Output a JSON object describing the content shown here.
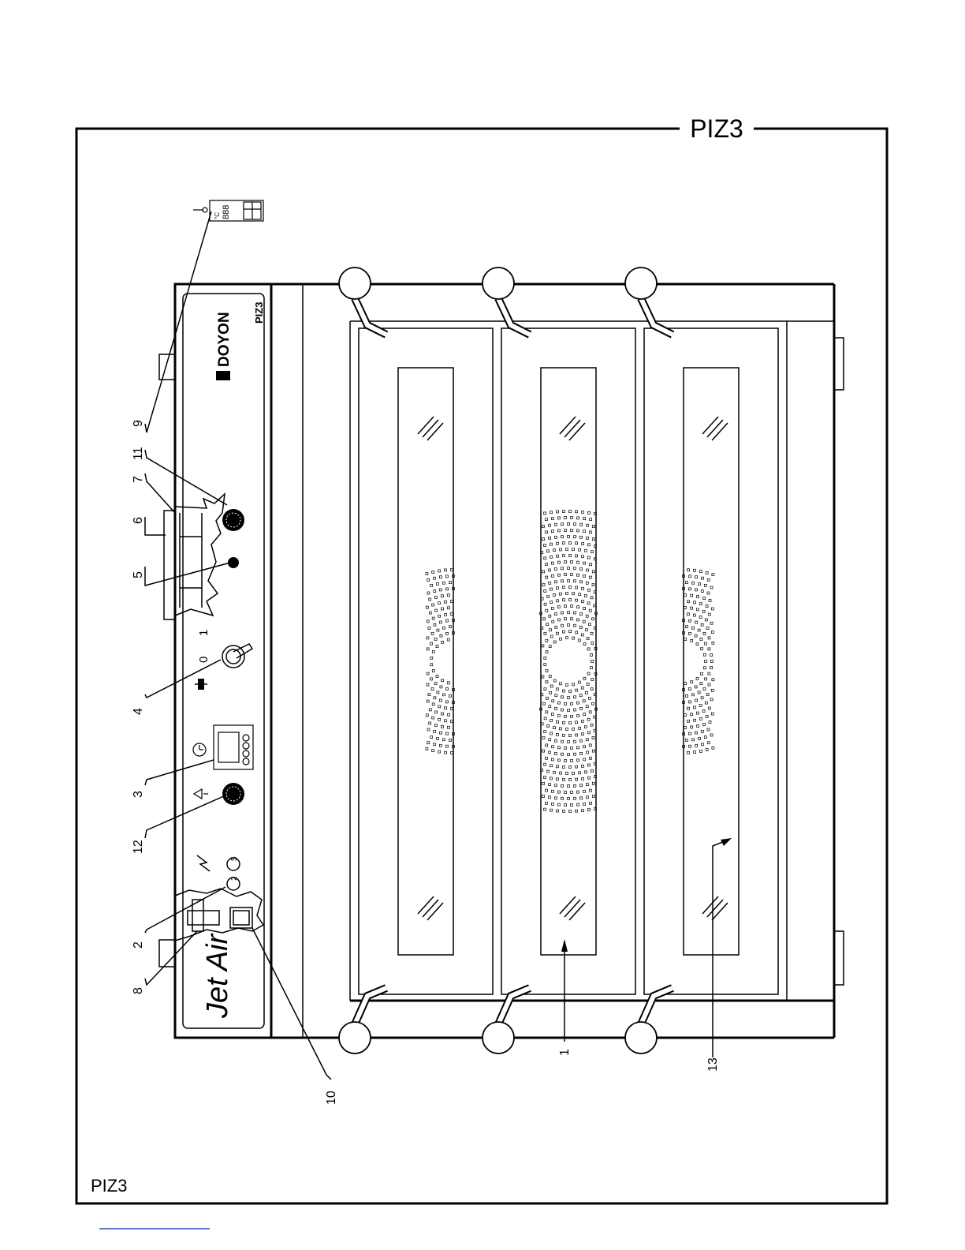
{
  "document": {
    "title": "PIZ3",
    "corner_label": "PIZ3"
  },
  "oven": {
    "brand": "DOYON",
    "model": "PIZ3",
    "script_logo": "Jet Air",
    "switch_labels": [
      "0",
      "1"
    ],
    "thermostat_display": "888",
    "thermostat_unit": "°C",
    "indicator_numbers": [
      "2",
      "5"
    ]
  },
  "callouts": [
    {
      "id": "9"
    },
    {
      "id": "11"
    },
    {
      "id": "7"
    },
    {
      "id": "6"
    },
    {
      "id": "5"
    },
    {
      "id": "4"
    },
    {
      "id": "3"
    },
    {
      "id": "12"
    },
    {
      "id": "2"
    },
    {
      "id": "8"
    },
    {
      "id": "10"
    },
    {
      "id": "1"
    },
    {
      "id": "13"
    }
  ],
  "colors": {
    "line": "#000000",
    "background": "#ffffff",
    "link": "#5b73c8"
  }
}
